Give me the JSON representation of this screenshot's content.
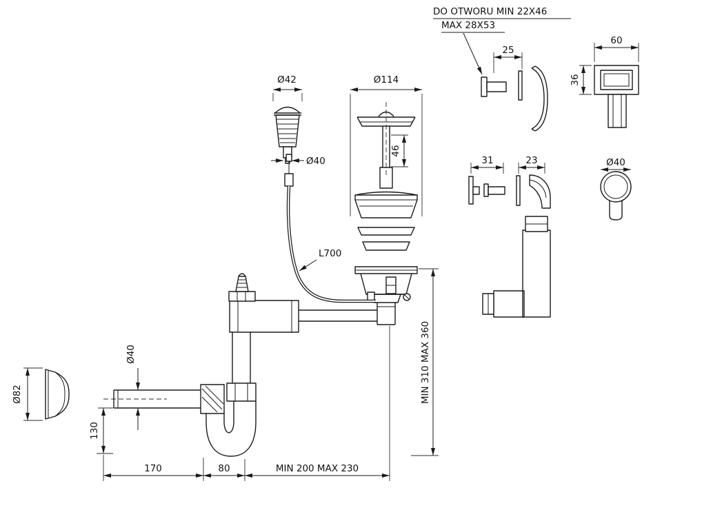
{
  "drawing": {
    "title": "Sink siphon drain kit installation drawing",
    "note": {
      "line1": "DO OTWORU MIN 22X46",
      "line2": "MAX 28X53"
    },
    "dims": {
      "screw_offset": "25",
      "cover_width": "60",
      "cover_height": "36",
      "plug_dia": "Ø42",
      "plug_stem_dia": "Ø40",
      "flange_dia": "Ø114",
      "stem_len": "46",
      "cap_len": "31",
      "elbow_len": "23",
      "round_cover_dia": "Ø40",
      "hose_len": "L700",
      "pipe_dia": "Ø40",
      "rosette_dia": "Ø82",
      "trap_drop": "130",
      "outlet_len": "170",
      "trap_width": "80",
      "span_horizontal": "MIN 200 MAX 230",
      "span_vertical": "MIN 310 MAX 360"
    },
    "colors": {
      "line": "#1a1a1a",
      "background": "#ffffff"
    }
  }
}
